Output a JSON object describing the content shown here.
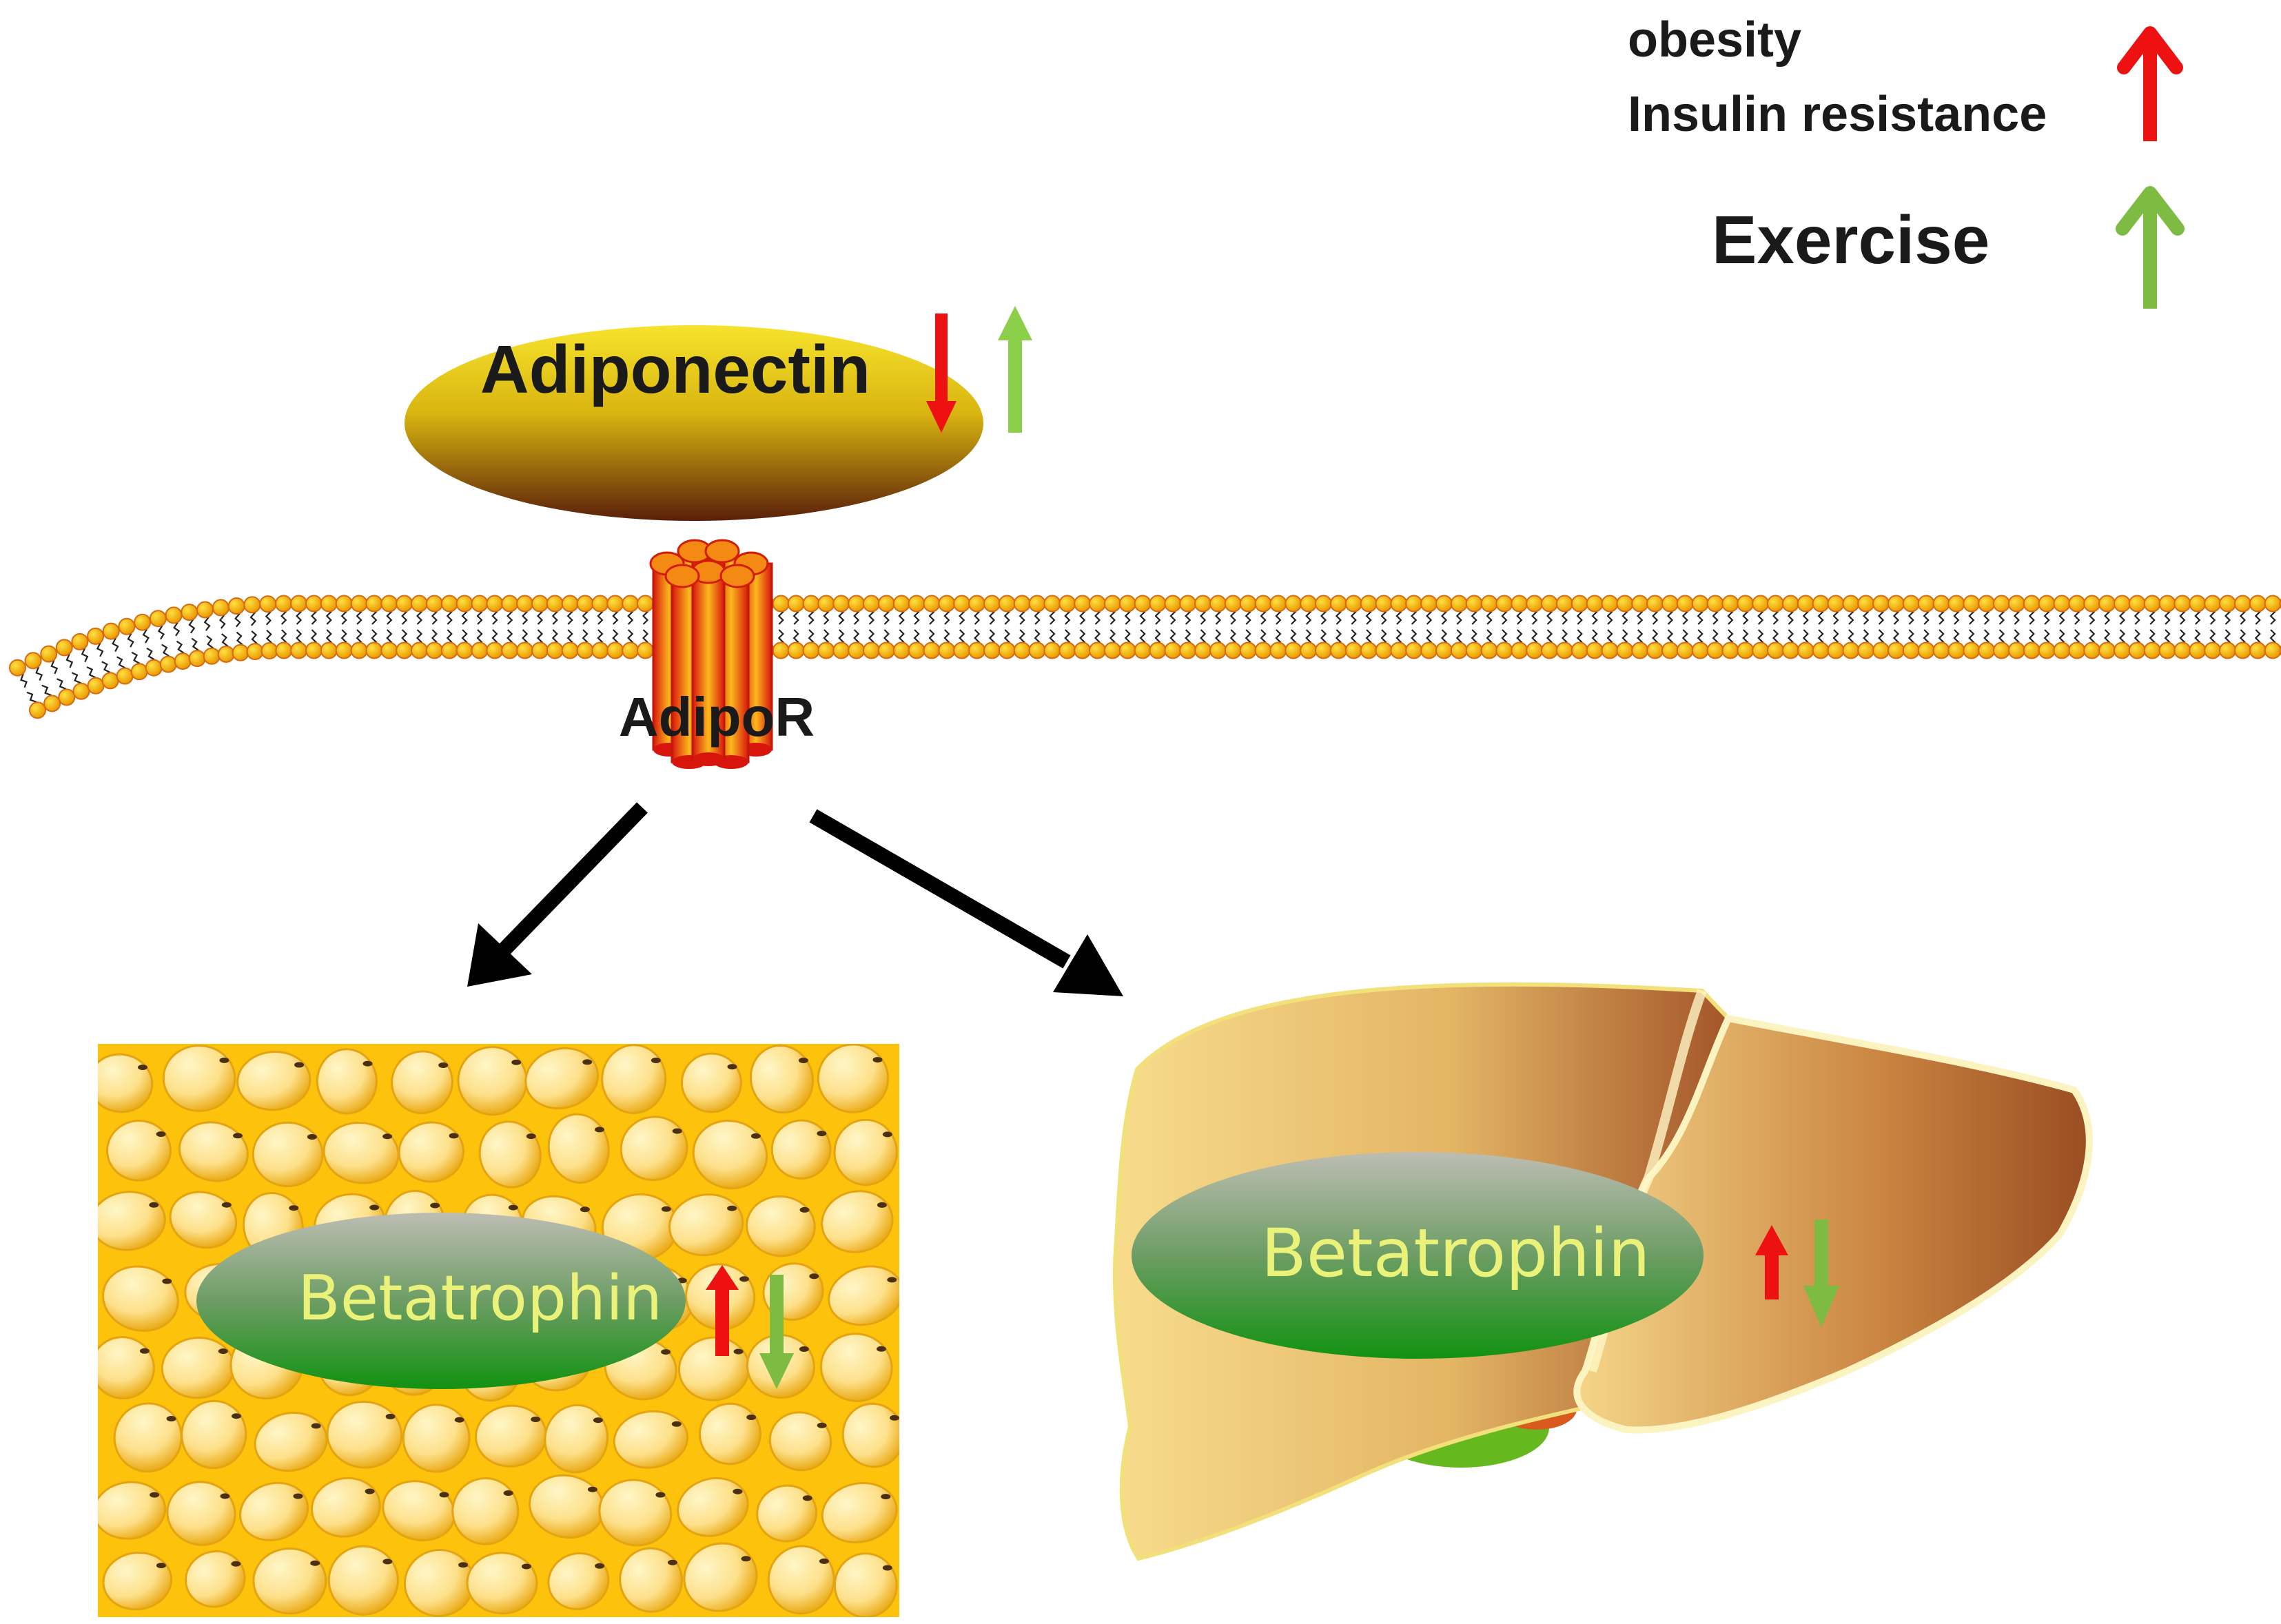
{
  "legend": {
    "line1": "obesity",
    "line2": "Insulin resistance",
    "exercise": "Exercise",
    "colors": {
      "obesity_arrow": "#ee1111",
      "exercise_arrow": "#7dbb42"
    }
  },
  "ligand": {
    "label": "Adiponectin",
    "colors": {
      "top": "#f5e02a",
      "bottom": "#5a1f0a"
    },
    "obesity_effect": "down",
    "exercise_effect": "up"
  },
  "receptor": {
    "label": "AdipoR",
    "colors": {
      "body": "#f07a10",
      "edge": "#d41c0c"
    }
  },
  "membrane": {
    "colors": {
      "head": "#f2b400",
      "head_edge": "#d86a10",
      "tail": "#222222"
    }
  },
  "adipose": {
    "label": "Betatrophin",
    "colors": {
      "background": "#fcc20c",
      "cell": "#fde59a"
    },
    "obesity_effect": "up",
    "exercise_effect": "down"
  },
  "liver": {
    "label": "Betatrophin",
    "colors": {
      "lobe_light": "#f5d27e",
      "lobe_dark": "#a4562a",
      "gall": "#66b81f"
    },
    "obesity_effect": "up",
    "exercise_effect": "down"
  },
  "blob_colors": {
    "top": "#b9b9b0",
    "bottom": "#149014"
  }
}
